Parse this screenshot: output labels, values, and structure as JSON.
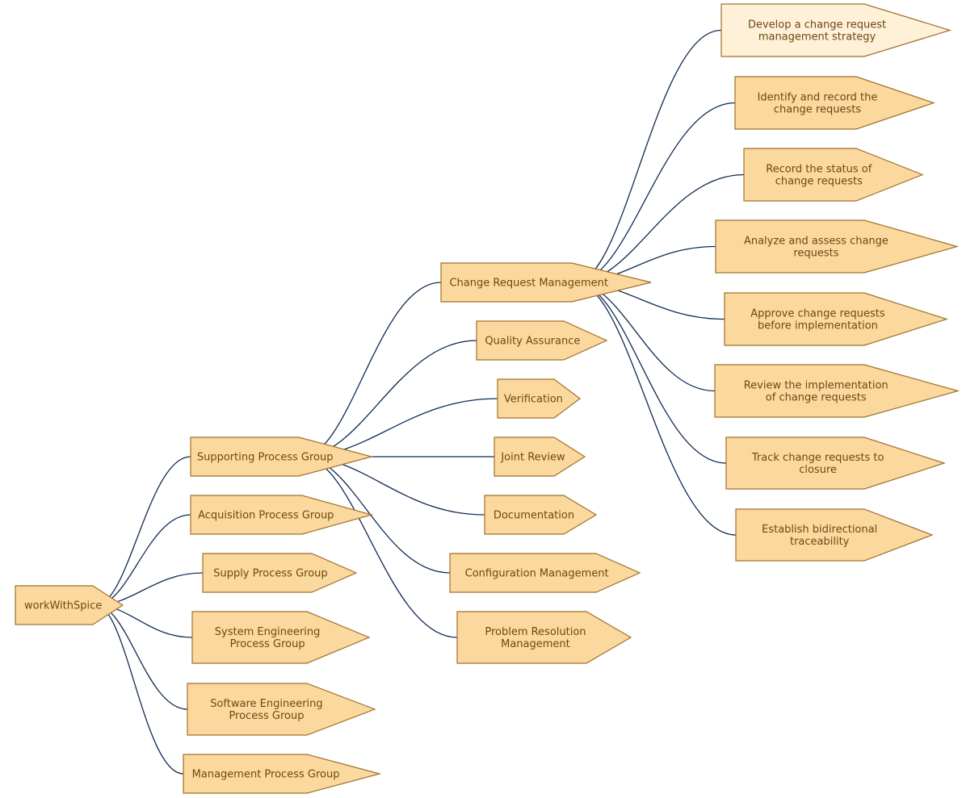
{
  "colors": {
    "node_fill": "#fbd89e",
    "node_fill_highlight": "#fff0d8",
    "node_stroke": "#a0712a",
    "label": "#6b4a12",
    "edge": "#0f2a55"
  },
  "nodes": {
    "root": {
      "lines": [
        "workWithSpice"
      ]
    },
    "supporting": {
      "lines": [
        "Supporting Process Group"
      ]
    },
    "acquisition": {
      "lines": [
        "Acquisition Process Group"
      ]
    },
    "supply": {
      "lines": [
        "Supply Process Group"
      ]
    },
    "system_eng": {
      "lines": [
        "System Engineering",
        "Process Group"
      ]
    },
    "software_eng": {
      "lines": [
        "Software Engineering",
        "Process Group"
      ]
    },
    "management": {
      "lines": [
        "Management Process Group"
      ]
    },
    "crm": {
      "lines": [
        "Change Request Management"
      ]
    },
    "qa": {
      "lines": [
        "Quality Assurance"
      ]
    },
    "verification": {
      "lines": [
        "Verification"
      ]
    },
    "joint_review": {
      "lines": [
        "Joint Review"
      ]
    },
    "documentation": {
      "lines": [
        "Documentation"
      ]
    },
    "config_mgmt": {
      "lines": [
        "Configuration Management"
      ]
    },
    "problem_res": {
      "lines": [
        "Problem Resolution",
        "Management"
      ]
    },
    "strategy": {
      "lines": [
        "Develop a change request",
        "management strategy"
      ],
      "highlight": true
    },
    "identify": {
      "lines": [
        "Identify and record the",
        "change requests"
      ]
    },
    "record_status": {
      "lines": [
        "Record the status of",
        "change requests"
      ]
    },
    "analyze": {
      "lines": [
        "Analyze and assess change",
        "requests"
      ]
    },
    "approve": {
      "lines": [
        "Approve change requests",
        "before implementation"
      ]
    },
    "review_impl": {
      "lines": [
        "Review the implementation",
        "of change requests"
      ]
    },
    "track": {
      "lines": [
        "Track change requests to",
        "closure"
      ]
    },
    "traceability": {
      "lines": [
        "Establish bidirectional",
        "traceability"
      ]
    }
  },
  "edges": [
    [
      "root",
      "supporting"
    ],
    [
      "root",
      "acquisition"
    ],
    [
      "root",
      "supply"
    ],
    [
      "root",
      "system_eng"
    ],
    [
      "root",
      "software_eng"
    ],
    [
      "root",
      "management"
    ],
    [
      "supporting",
      "crm"
    ],
    [
      "supporting",
      "qa"
    ],
    [
      "supporting",
      "verification"
    ],
    [
      "supporting",
      "joint_review"
    ],
    [
      "supporting",
      "documentation"
    ],
    [
      "supporting",
      "config_mgmt"
    ],
    [
      "supporting",
      "problem_res"
    ],
    [
      "crm",
      "strategy"
    ],
    [
      "crm",
      "identify"
    ],
    [
      "crm",
      "record_status"
    ],
    [
      "crm",
      "analyze"
    ],
    [
      "crm",
      "approve"
    ],
    [
      "crm",
      "review_impl"
    ],
    [
      "crm",
      "track"
    ],
    [
      "crm",
      "traceability"
    ]
  ]
}
